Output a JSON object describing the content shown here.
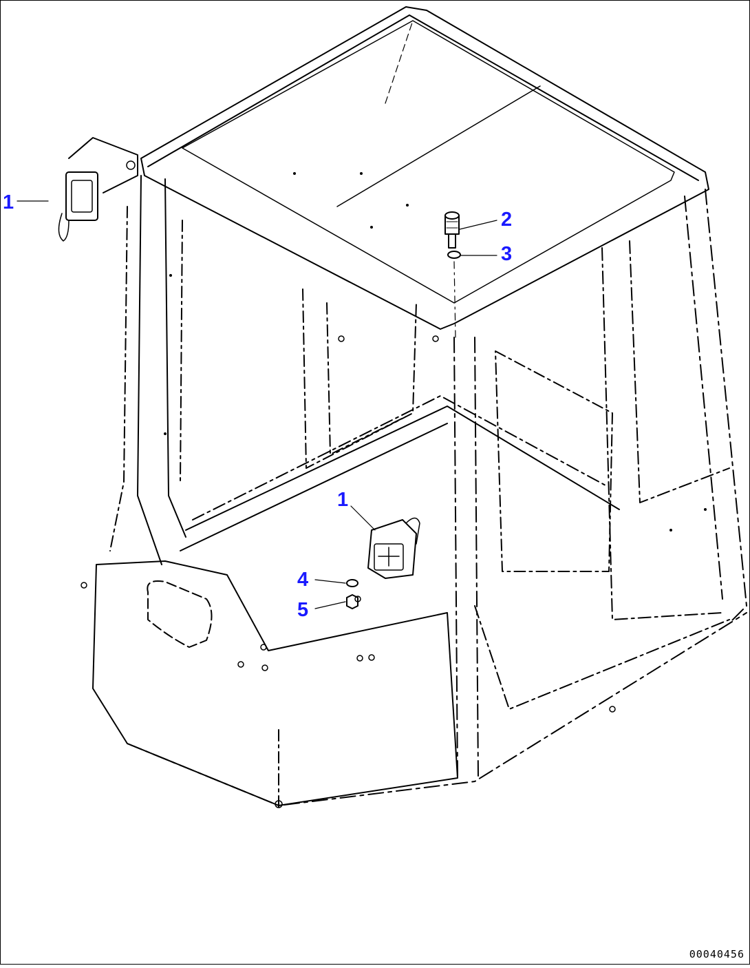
{
  "drawing": {
    "doc_id": "00040456",
    "callout_color": "#1a1aff",
    "line_color": "#000000"
  },
  "callouts": [
    {
      "id": "c1a",
      "label": "1",
      "part": "lamp-left-upper"
    },
    {
      "id": "c2",
      "label": "2",
      "part": "bolt"
    },
    {
      "id": "c3",
      "label": "3",
      "part": "washer"
    },
    {
      "id": "c1b",
      "label": "1",
      "part": "lamp-rear"
    },
    {
      "id": "c4",
      "label": "4",
      "part": "washer"
    },
    {
      "id": "c5",
      "label": "5",
      "part": "nut"
    }
  ]
}
